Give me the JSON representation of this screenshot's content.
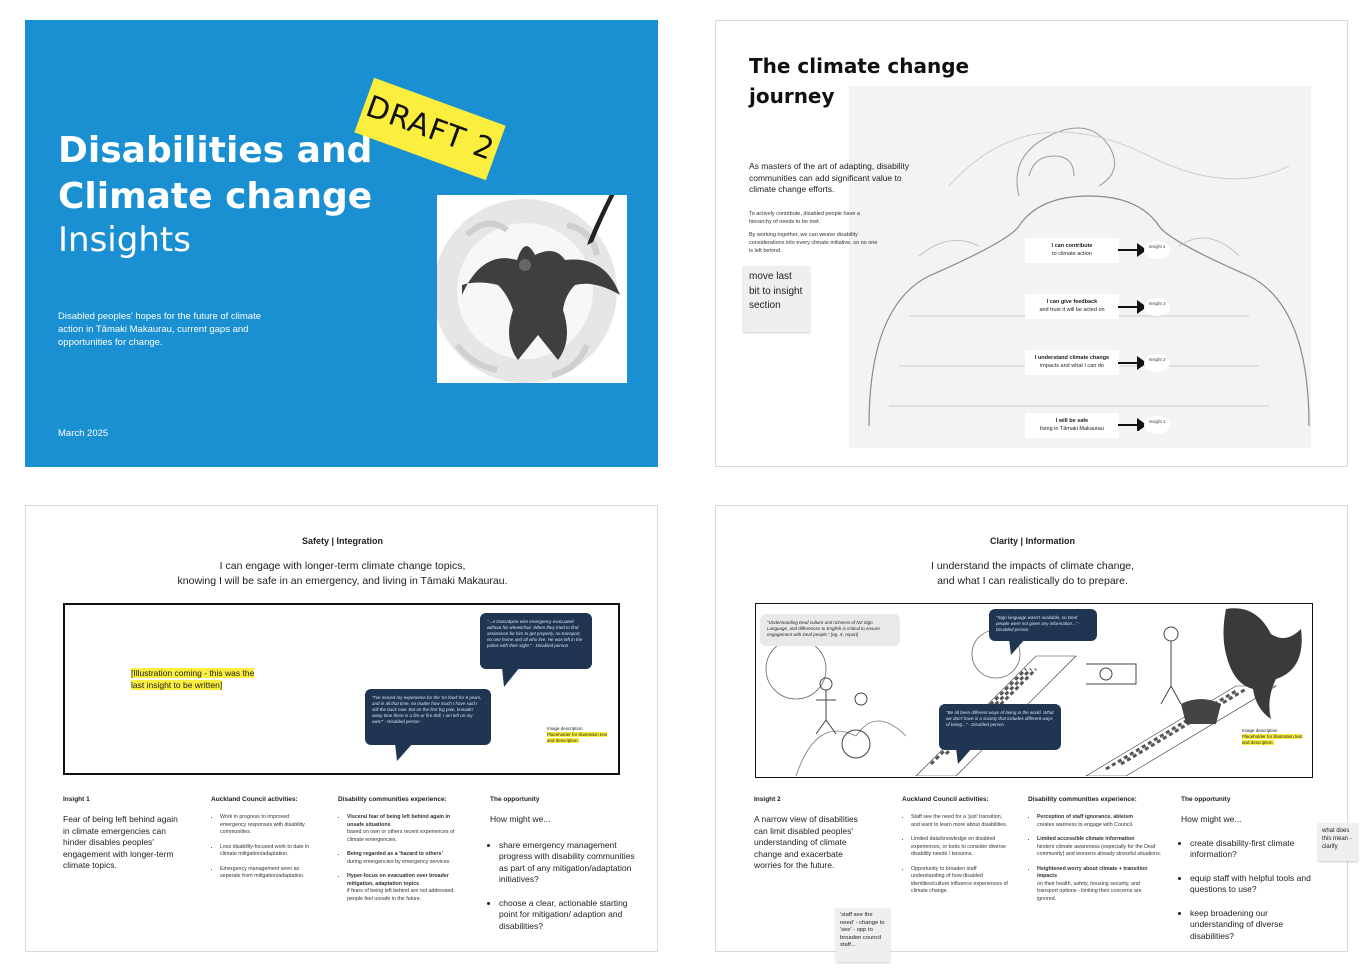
{
  "slide1": {
    "title_line1": "Disabilities and",
    "title_line2": "Climate change",
    "title_line3": "Insights",
    "draft_label": "DRAFT 2",
    "subtitle": "Disabled peoples' hopes for the future of climate action in Tāmaki Makaurau, current gaps and opportunities for change.",
    "date": "March 2025",
    "colors": {
      "background": "#1a8fd1",
      "draft_tag": "#fbee3f"
    }
  },
  "slide2": {
    "title_line1": "The climate change",
    "title_line2": "journey",
    "intro": "As masters of the art of adapting, disability communities can add significant value to climate change efforts.",
    "para1": "To actively contribute, disabled people have a hierarchy of needs to be met.",
    "para2": "By working together, we can weave disability considerations into every climate initiative, so no one is left behind.",
    "sticky_note": "move last bit to insight section",
    "steps": [
      {
        "title": "I can contribute",
        "sub": "to climate action",
        "insight": "Insight 4"
      },
      {
        "title": "I can give feedback",
        "sub": "and trust it will be acted on",
        "insight": "Insight 3"
      },
      {
        "title": "I understand climate change",
        "sub": "impacts and what I can do",
        "insight": "Insight 2"
      },
      {
        "title": "I will be safe",
        "sub": "living in Tāmaki Makaurau",
        "insight": "Insight 1"
      }
    ]
  },
  "slide3": {
    "header": "Safety | Integration",
    "lead_line1": "I can engage with longer-term climate change topics,",
    "lead_line2": "knowing I will be safe in an emergency, and living in Tāmaki Makaurau.",
    "placeholder_line1": "[Illustration coming - this was the",
    "placeholder_line2": "last insight to be written]",
    "quote1": "\"...A transalpine wire emergency evacuated without his wheelchair. When they tried to find assistance for him to get properly, no transport, no one home and all who live. He was left in the police with their sight.\" - Disabled person",
    "quote2": "\"I've moved my experience for the 'Im food' for 6 years, and in all that time, no matter how much I have said I still the back now. But on the first big pole, kneadin' away time there is a fire or fire drill, I am left on my own!\" - Disabled person",
    "image_desc_label": "Image description",
    "image_desc_text": "Placeholder for illustration text and description.",
    "insight_label": "Insight 1",
    "insight_text": "Fear of being left behind again in climate emergencies can hinder disables peoples' engagement with longer-term climate topics.",
    "council_head": "Auckland Council activities:",
    "council_items": [
      "Work in progress to improved emergency responses with disability communities.",
      "Less disability-focused work to date in climate mitigation/adaptation.",
      "Emergency management seen as seperate from mitigation/adaptation."
    ],
    "community_head": "Disability communities experience:",
    "community_items": [
      {
        "b": "Visceral fear of being left behind again in unsafe situations",
        "t": "based on own or others recent experiences of climate emergencies."
      },
      {
        "b": "Being regarded as a 'hazard to others'",
        "t": "during emergencies by emergency services."
      },
      {
        "b": "Hyper-focus on evacuation over broader mitigation, adaptation topics",
        "t": "if fears of being left behind are not addressed, people feel unsafe in the future."
      }
    ],
    "opp_head": "The opportunity",
    "opp_intro": "How might we...",
    "opp_items": [
      "share emergency management progress with disability communities as part of any mitigation/adaptation initiatives?",
      "choose a clear, actionable starting point for mitigation/ adaption and disabilities?"
    ]
  },
  "slide4": {
    "header": "Clarity | Information",
    "lead_line1": "I understand the impacts of climate change,",
    "lead_line2": "and what I can realistically do to prepare.",
    "quote1": "\"Understanding Deaf culture and richness of NZ Sign Language, and differences to English is critical to ensure engagement with Deaf people.\" [eg. X, report]",
    "quote2": "\"Sign language wasn't available, so Deaf people were not given any information...\" - Disabled person",
    "quote3": "\"Be all been different ways of being in the world. What we don't have is a society that includes different ways of being...\" - Disabled person",
    "image_desc_label": "Image description",
    "image_desc_text": "Placeholder for illustration text and description.",
    "insight_label": "Insight 2",
    "insight_text": "A narrow view of disabilities can limit disabled peoples' understanding of climate change and exacerbate worries for the future.",
    "council_head": "Auckland Council activities:",
    "council_items": [
      "Staff see the need for a 'just' transition, and want to learn more about disabilities.",
      "Limited data/knowledge on disabled experiences, or tools to consider diverse disability needs / tensions.",
      "Opportunity to broaden staff understanding of how disabled identities/culture influence experiences of climate change."
    ],
    "community_head": "Disability communities experience:",
    "community_items": [
      {
        "b": "Perception of staff ignorance, ableism",
        "t": "creates wariness to engage with Council."
      },
      {
        "b": "Limited accessible climate information",
        "t": "hinders climate awareness (especially for the Deaf community) and worsens already stressful situations."
      },
      {
        "b": "Heightened worry about climate + transition impacts",
        "t": "on their health, safety, housing security, and transport options - limiting their concerns are ignored."
      }
    ],
    "opp_head": "The opportunity",
    "opp_intro": "How might we...",
    "opp_items": [
      "create disability-first climate information?",
      "equip staff with helpful tools and questions to use?",
      "keep broadening our understanding of diverse disabilities?"
    ],
    "sticky1": "'staff see the need' - change to 'see' - opp to broaden council staff...",
    "sticky2": "what does this mean - clarify"
  }
}
